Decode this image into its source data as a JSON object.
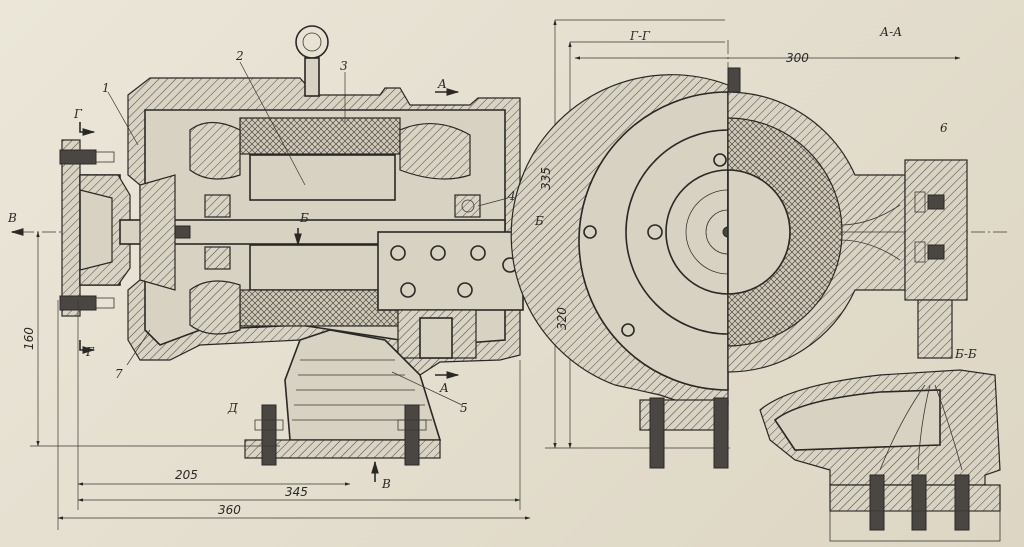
{
  "views": {
    "main_section": {
      "callouts": [
        "1",
        "2",
        "3",
        "4",
        "5",
        "6",
        "7"
      ],
      "section_marks": {
        "a_top": "A",
        "a_bottom": "A",
        "b_left": "B",
        "b_bottom": "B",
        "bsect_right": "Б",
        "bsect_center": "Б",
        "g_top": "Г",
        "g_bottom": "Г",
        "d": "Д"
      }
    },
    "section_g": {
      "title": "Г-Г"
    },
    "section_a": {
      "title": "А-А"
    },
    "section_b": {
      "title": "Б-Б"
    }
  },
  "dimensions": {
    "d205": "205",
    "d345": "345",
    "d360": "360",
    "d160": "160",
    "d335": "335",
    "d320": "320",
    "d300": "300"
  }
}
